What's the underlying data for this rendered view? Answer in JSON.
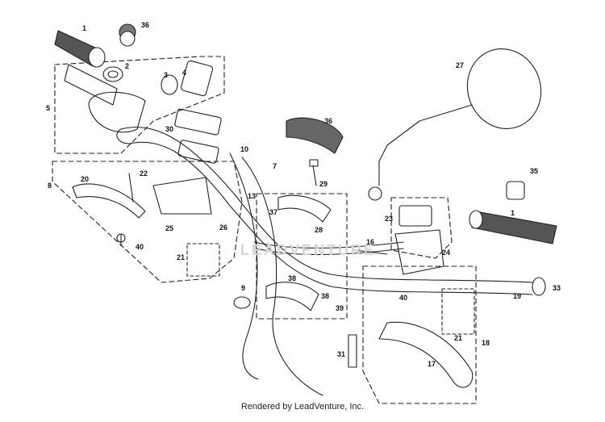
{
  "diagram": {
    "callouts": [
      "1",
      "36",
      "2",
      "3",
      "4",
      "5",
      "30",
      "10",
      "7",
      "36",
      "27",
      "22",
      "29",
      "20",
      "8",
      "35",
      "13",
      "37",
      "23",
      "1",
      "25",
      "26",
      "28",
      "40",
      "16",
      "24",
      "21",
      "33",
      "9",
      "38",
      "19",
      "38",
      "39",
      "40",
      "21",
      "18",
      "31",
      "17"
    ],
    "watermark": "LEADVENTURE",
    "footer": "Rendered by LeadVenture, Inc."
  }
}
